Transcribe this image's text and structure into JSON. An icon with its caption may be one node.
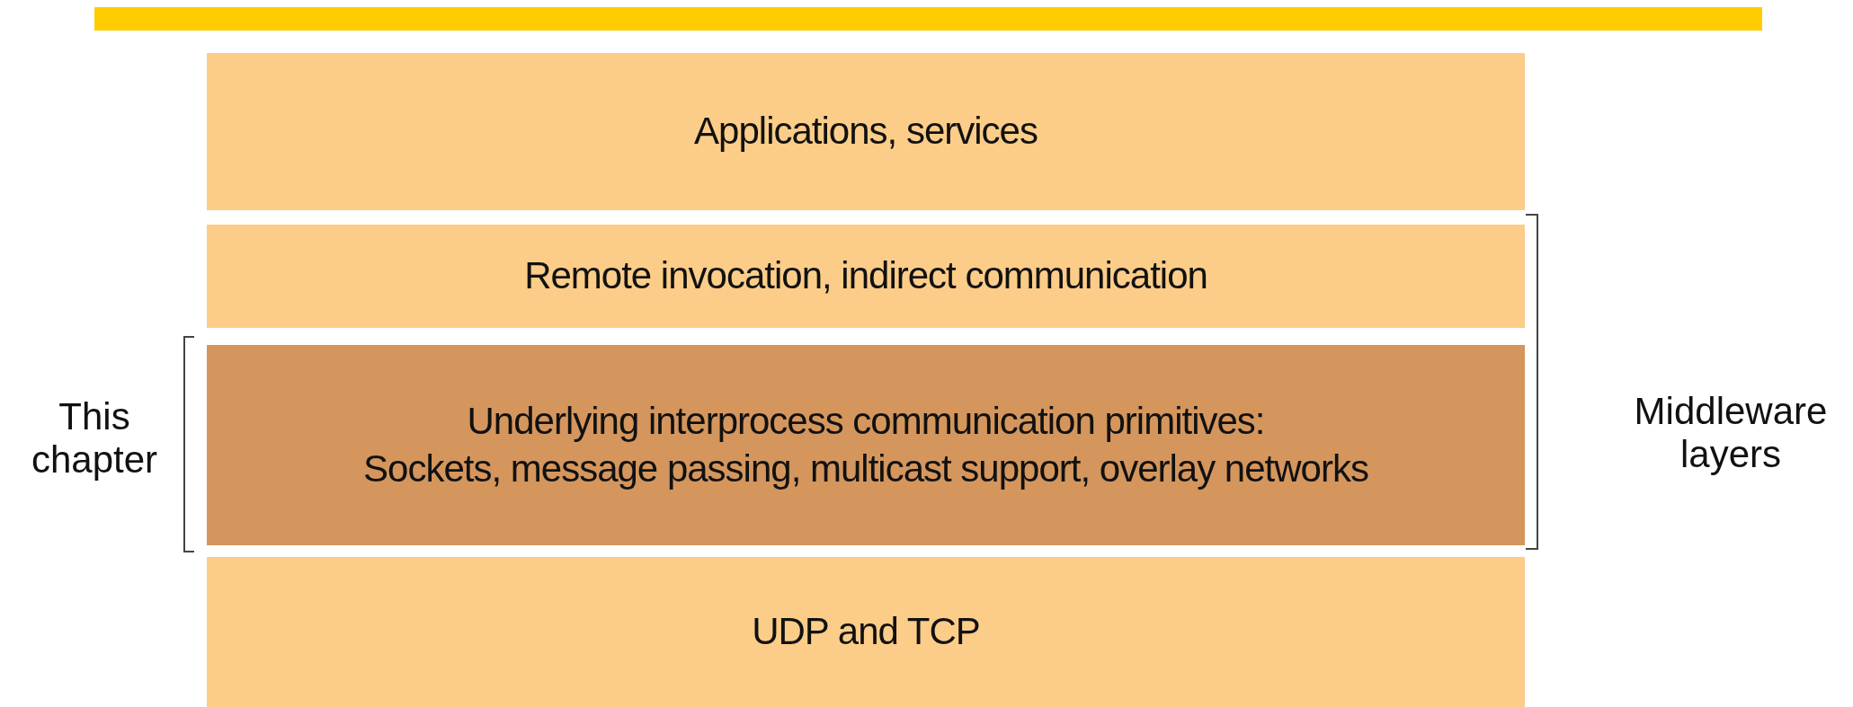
{
  "diagram": {
    "nodes": [
      {
        "text": [
          "Applications, services"
        ]
      },
      {
        "text": [
          "Remote invocation, indirect communication"
        ]
      },
      {
        "text": [
          "Underlying interprocess communication primitives:",
          "Sockets, message passing, multicast support, overlay networks"
        ]
      },
      {
        "text": [
          "UDP and TCP"
        ]
      }
    ],
    "labels": [
      "This chapter",
      "Middleware layers"
    ]
  }
}
